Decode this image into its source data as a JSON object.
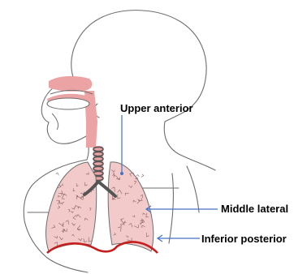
{
  "labels": {
    "upper_anterior": "Upper anterior",
    "middle_lateral": "Middle lateral",
    "inferior_posterior": "Inferior posterior"
  },
  "colors": {
    "outline": "#6e6e6e",
    "airway": "#eba3a3",
    "lung_fill": "#f2caca",
    "diaphragm": "#c41e1e",
    "bronchus": "#555555",
    "pointer": "#4472c4"
  }
}
